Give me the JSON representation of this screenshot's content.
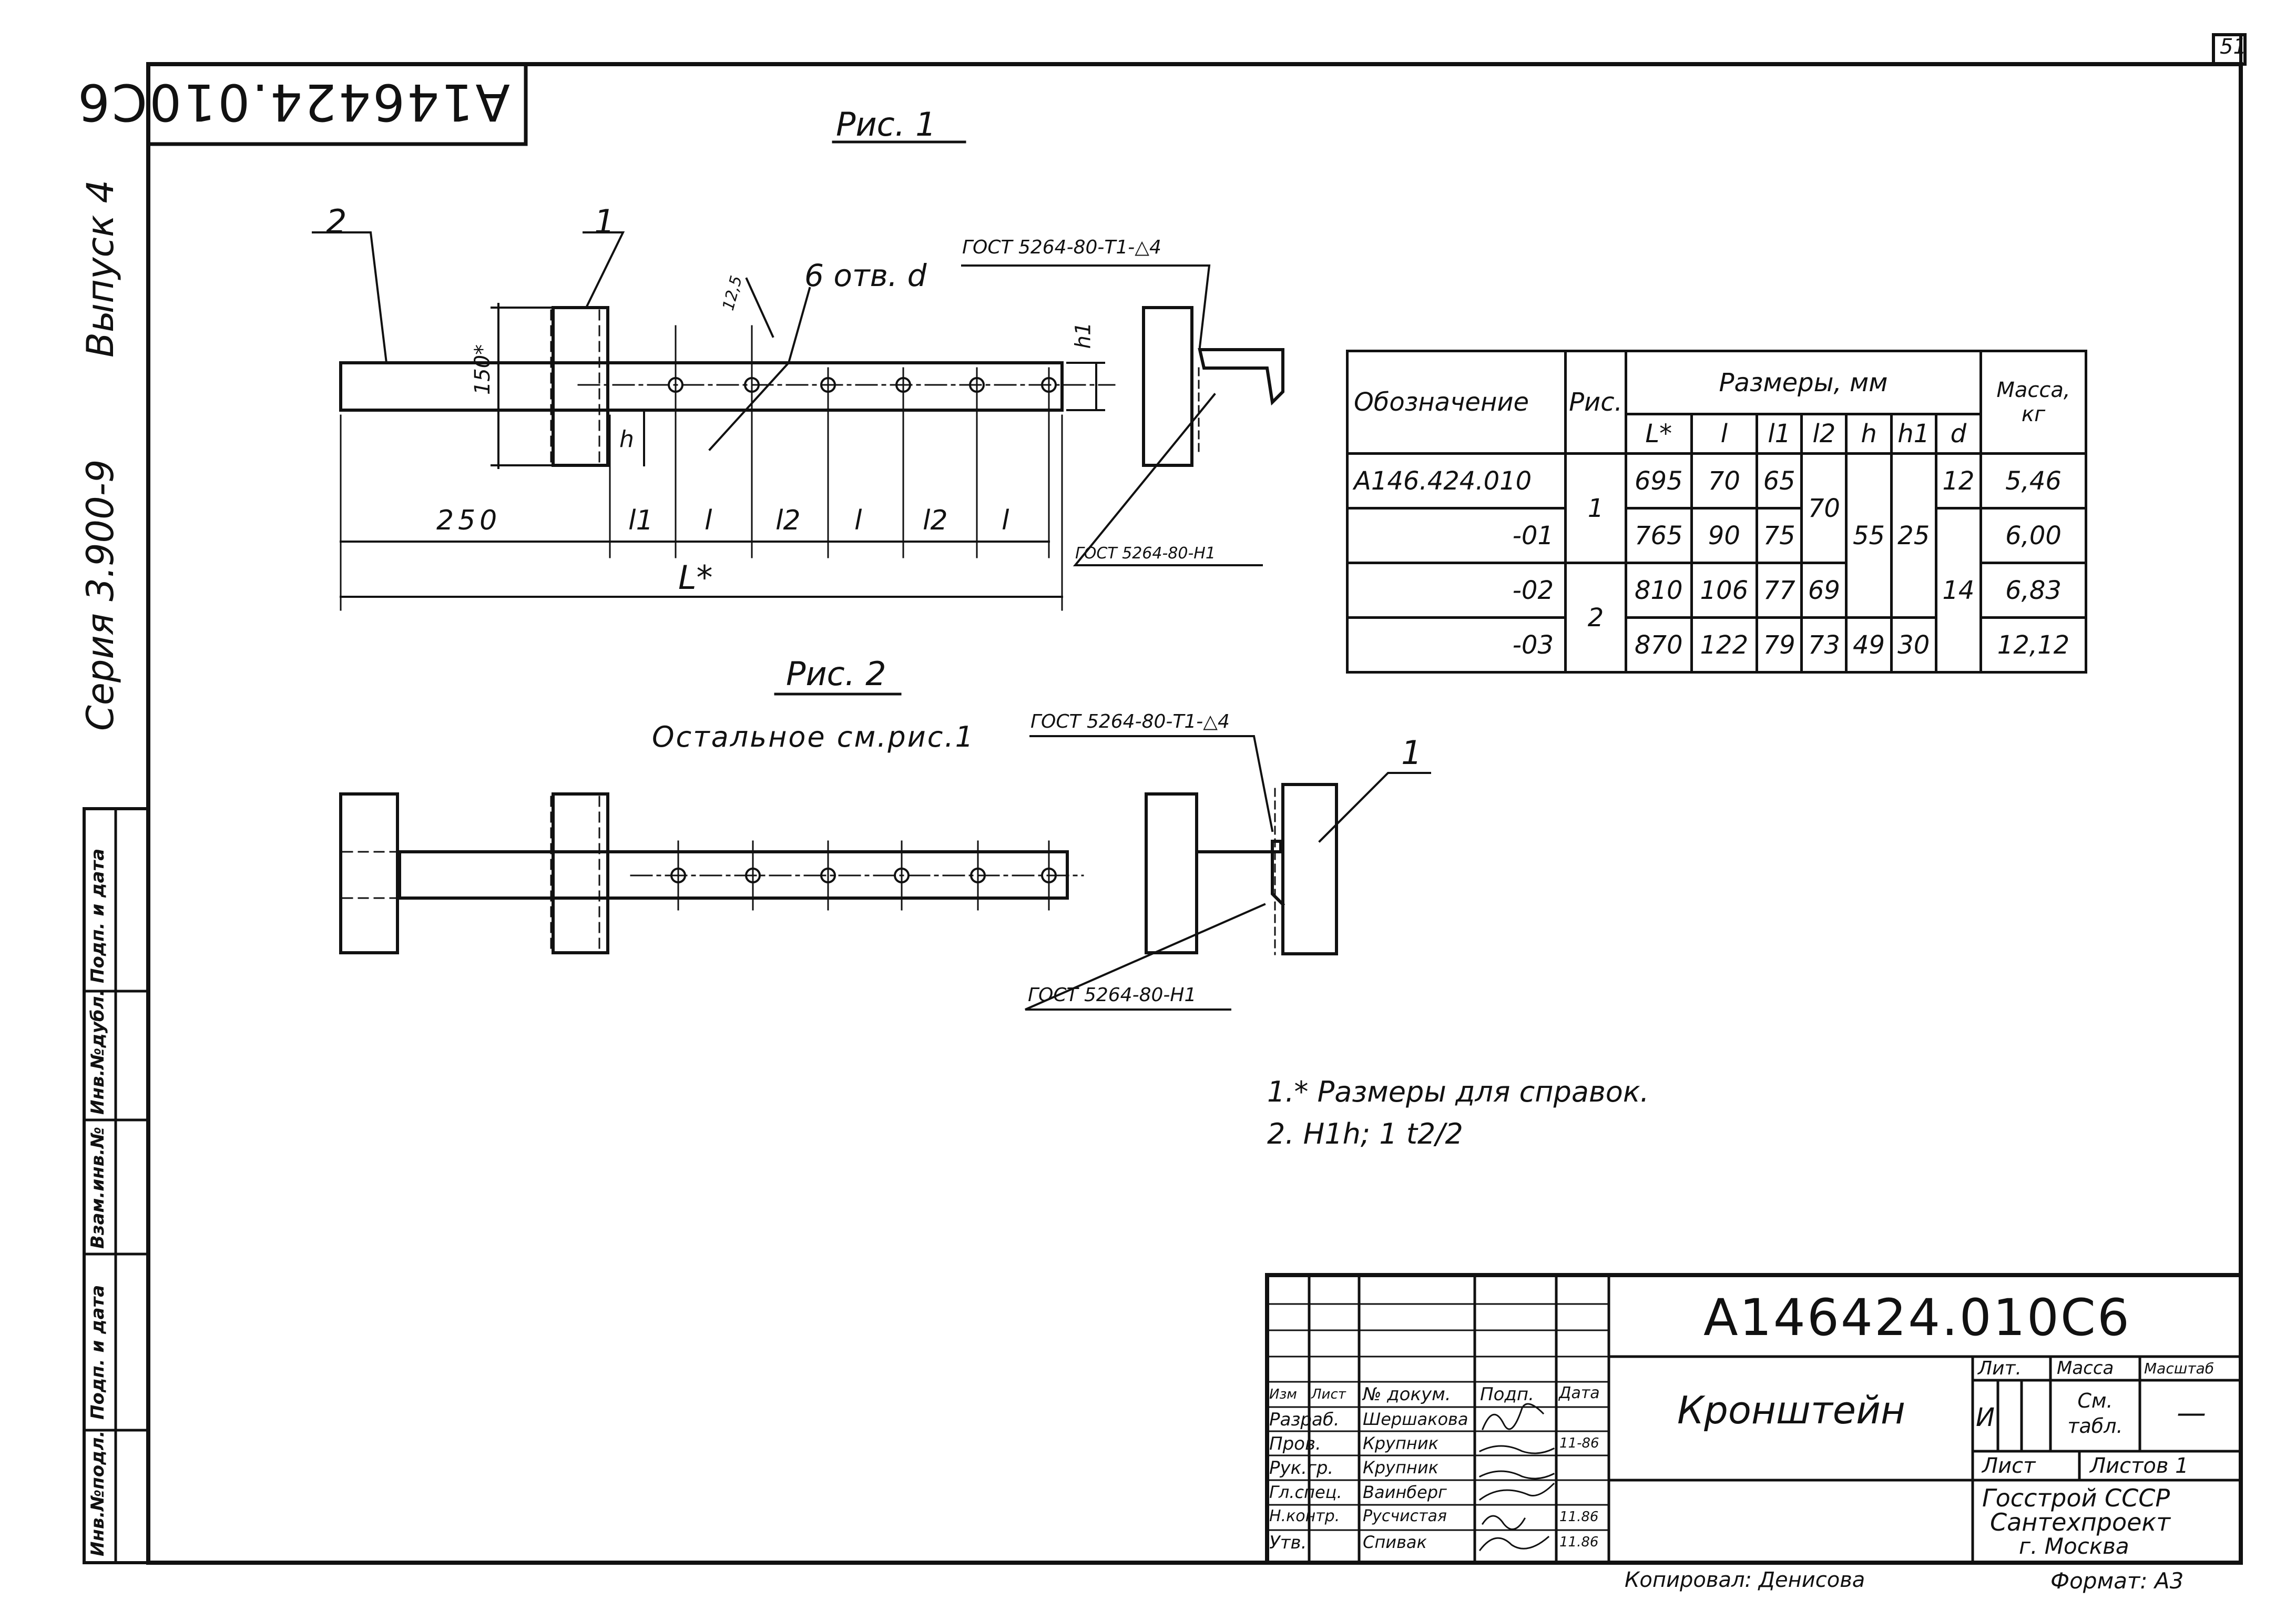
{
  "sheet_number": "51",
  "doc_code_rotated": "A146424.010C6",
  "side_note": {
    "series": "Серия 3.900-9",
    "issue": "Выпуск 4"
  },
  "fig1": {
    "title": "Рис. 1",
    "callout_1": "1",
    "callout_2": "2",
    "holes": "6 отв. d",
    "dim_125": "12,5",
    "dim_150": "150*",
    "dim_h": "h",
    "dim_h1": "h1",
    "dim_250": "250",
    "dim_l1": "l1",
    "dim_l_a": "l",
    "dim_l2_a": "l2",
    "dim_l_b": "l",
    "dim_l2_b": "l2",
    "dim_l_c": "l",
    "dim_L": "L*",
    "weld_top": "ГОСТ 5264-80-Т1-△4",
    "weld_bottom": "ГОСТ 5264-80-Н1"
  },
  "fig2": {
    "title": "Рис. 2",
    "note": "Остальное см.рис.1",
    "callout_1": "1",
    "weld_top": "ГОСТ 5264-80-Т1-△4",
    "weld_bottom": "ГОСТ 5264-80-Н1"
  },
  "table": {
    "h_designation": "Обозначение",
    "h_fig": "Рис.",
    "h_sizes": "Размеры, мм",
    "h_mass": "Масса, кг",
    "cols": [
      "L*",
      "l",
      "l1",
      "l2",
      "h",
      "h1",
      "d"
    ],
    "rows": [
      {
        "designation": "A146.424.010",
        "L": "695",
        "l": "70",
        "l1": "65",
        "mass": "5,46"
      },
      {
        "designation": "-01",
        "L": "765",
        "l": "90",
        "l1": "75",
        "mass": "6,00"
      },
      {
        "designation": "-02",
        "L": "810",
        "l": "106",
        "l1": "77",
        "l2": "69",
        "mass": "6,83"
      },
      {
        "designation": "-03",
        "L": "870",
        "l": "122",
        "l1": "79",
        "l2": "73",
        "h": "49",
        "h1": "30",
        "mass": "12,12"
      }
    ],
    "fig_1": "1",
    "fig_2": "2",
    "l2_merged": "70",
    "h_merged": "55",
    "h1_merged": "25",
    "d_1": "12",
    "d_2": "14"
  },
  "notes": [
    "1.* Размеры для справок.",
    "2. Н1h; 1 t2/2"
  ],
  "title_block": {
    "code": "A146424.010C6",
    "name": "Кронштейн",
    "h_change": "Изм",
    "h_sheet": "Лист",
    "h_doc": "№ докум.",
    "h_sign": "Подп.",
    "h_date": "Дата",
    "roles": [
      "Разраб.",
      "Пров.",
      "Рук.гр.",
      "Гл.спец.",
      "Н.контр.",
      "Утв."
    ],
    "names": [
      "Шершакова",
      "Крупник",
      "Крупник",
      "Ваинберг",
      "Русчистая",
      "Спивак"
    ],
    "date_1": "11-86",
    "date_2": "11.86",
    "date_3": "11.86",
    "lit_label": "Лит.",
    "lit_value": "И",
    "mass_label": "Масса",
    "mass_value": "См. табл.",
    "scale_label": "Масштаб",
    "scale_value": "—",
    "sheet_label": "Лист",
    "sheets_label": "Листов 1",
    "org_1": "Госстрой СССР",
    "org_2": "Сантехпроект",
    "org_3": "г. Москва",
    "copied": "Копировал: Денисова",
    "format": "Формат: А3"
  },
  "side_stamp": [
    "Инв.№подл.",
    "Подп. и дата",
    "Взам.инв.№",
    "Инв.№дубл.",
    "Подп. и дата"
  ]
}
